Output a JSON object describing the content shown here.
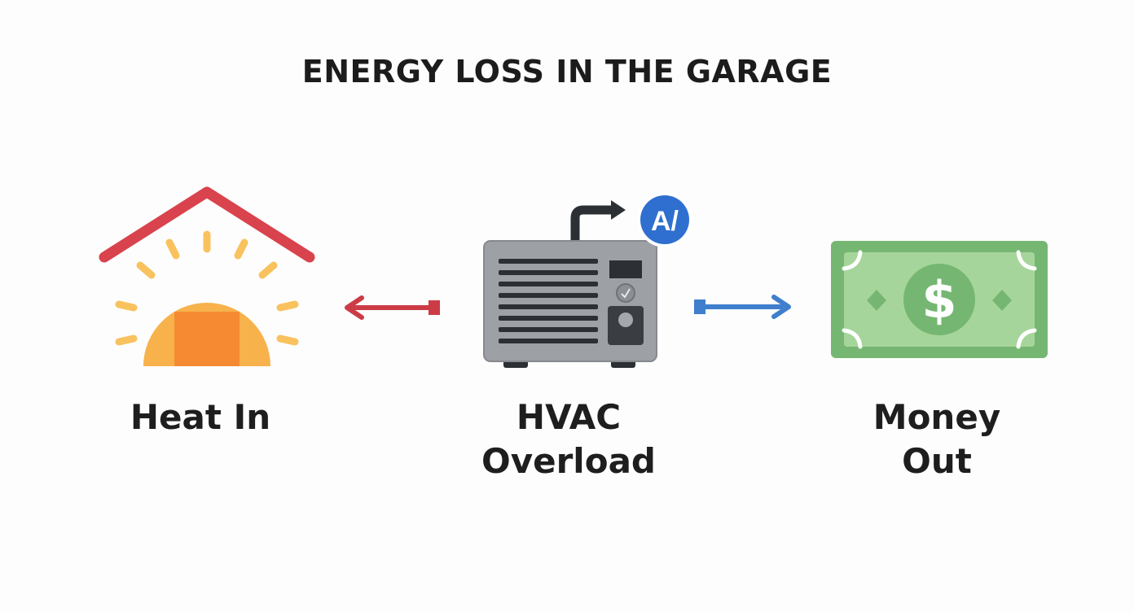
{
  "title": "ENERGY LOSS IN THE GARAGE",
  "nodes": [
    {
      "label_lines": [
        "Heat In"
      ],
      "icon": "sun-house-icon"
    },
    {
      "label_lines": [
        "HVAC",
        "Overload"
      ],
      "icon": "hvac-unit-icon"
    },
    {
      "label_lines": [
        "Money",
        "Out"
      ],
      "icon": "dollar-bill-icon"
    }
  ],
  "badge_text": "A/",
  "currency_symbol": "$",
  "colors": {
    "roof": "#d9434d",
    "sun": "#f7b24c",
    "sun_rays": "#f9c25e",
    "door": "#f58a32",
    "arrow_left": "#cc3c46",
    "arrow_right": "#3f7fcd",
    "hvac_body": "#9da0a5",
    "hvac_dark": "#3a3d42",
    "badge": "#2f6fcf",
    "money_green": "#75b772",
    "money_light": "#a6d59b"
  }
}
